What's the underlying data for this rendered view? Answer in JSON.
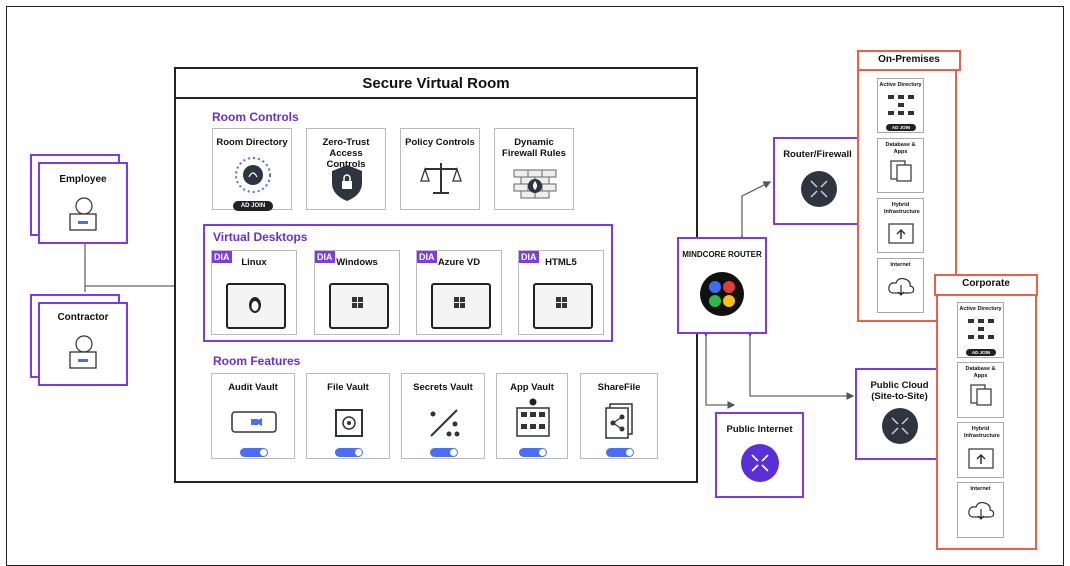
{
  "title": "Secure Virtual Room",
  "room_controls": {
    "heading": "Room Controls",
    "items": [
      {
        "label": "Room Directory",
        "badge": "AD JOIN"
      },
      {
        "label": "Zero-Trust Access Controls"
      },
      {
        "label": "Policy Controls"
      },
      {
        "label": "Dynamic Firewall Rules"
      }
    ]
  },
  "virtual_desktops": {
    "heading": "Virtual Desktops",
    "tag": "DIA",
    "items": [
      {
        "label": "Linux"
      },
      {
        "label": "Windows"
      },
      {
        "label": "Azure VD"
      },
      {
        "label": "HTML5"
      }
    ]
  },
  "room_features": {
    "heading": "Room Features",
    "items": [
      {
        "label": "Audit Vault"
      },
      {
        "label": "File Vault"
      },
      {
        "label": "Secrets Vault"
      },
      {
        "label": "App Vault"
      },
      {
        "label": "ShareFile"
      }
    ]
  },
  "users": {
    "employee": "Employee",
    "contractor": "Contractor"
  },
  "router": {
    "label": "MINDCORE ROUTER"
  },
  "router_firewall": {
    "label": "Router/Firewall"
  },
  "public_internet": {
    "label": "Public Internet"
  },
  "public_cloud": {
    "label": "Public Cloud (Site-to-Site)"
  },
  "on_premises": {
    "heading": "On-Premises",
    "items": [
      {
        "label": "Active Directory",
        "badge": "AD JOIN"
      },
      {
        "label": "Database & Apps"
      },
      {
        "label": "Hybrid Infrastructure"
      },
      {
        "label": "Internet"
      }
    ]
  },
  "corporate": {
    "heading": "Corporate",
    "items": [
      {
        "label": "Active Directory",
        "badge": "AD JOIN"
      },
      {
        "label": "Database & Apps"
      },
      {
        "label": "Hybrid Infrastructure"
      },
      {
        "label": "Internet"
      }
    ]
  },
  "colors": {
    "accent": "#7c3aed",
    "onprem_border": "#e8614a",
    "toggle": "#4b6ef5"
  }
}
